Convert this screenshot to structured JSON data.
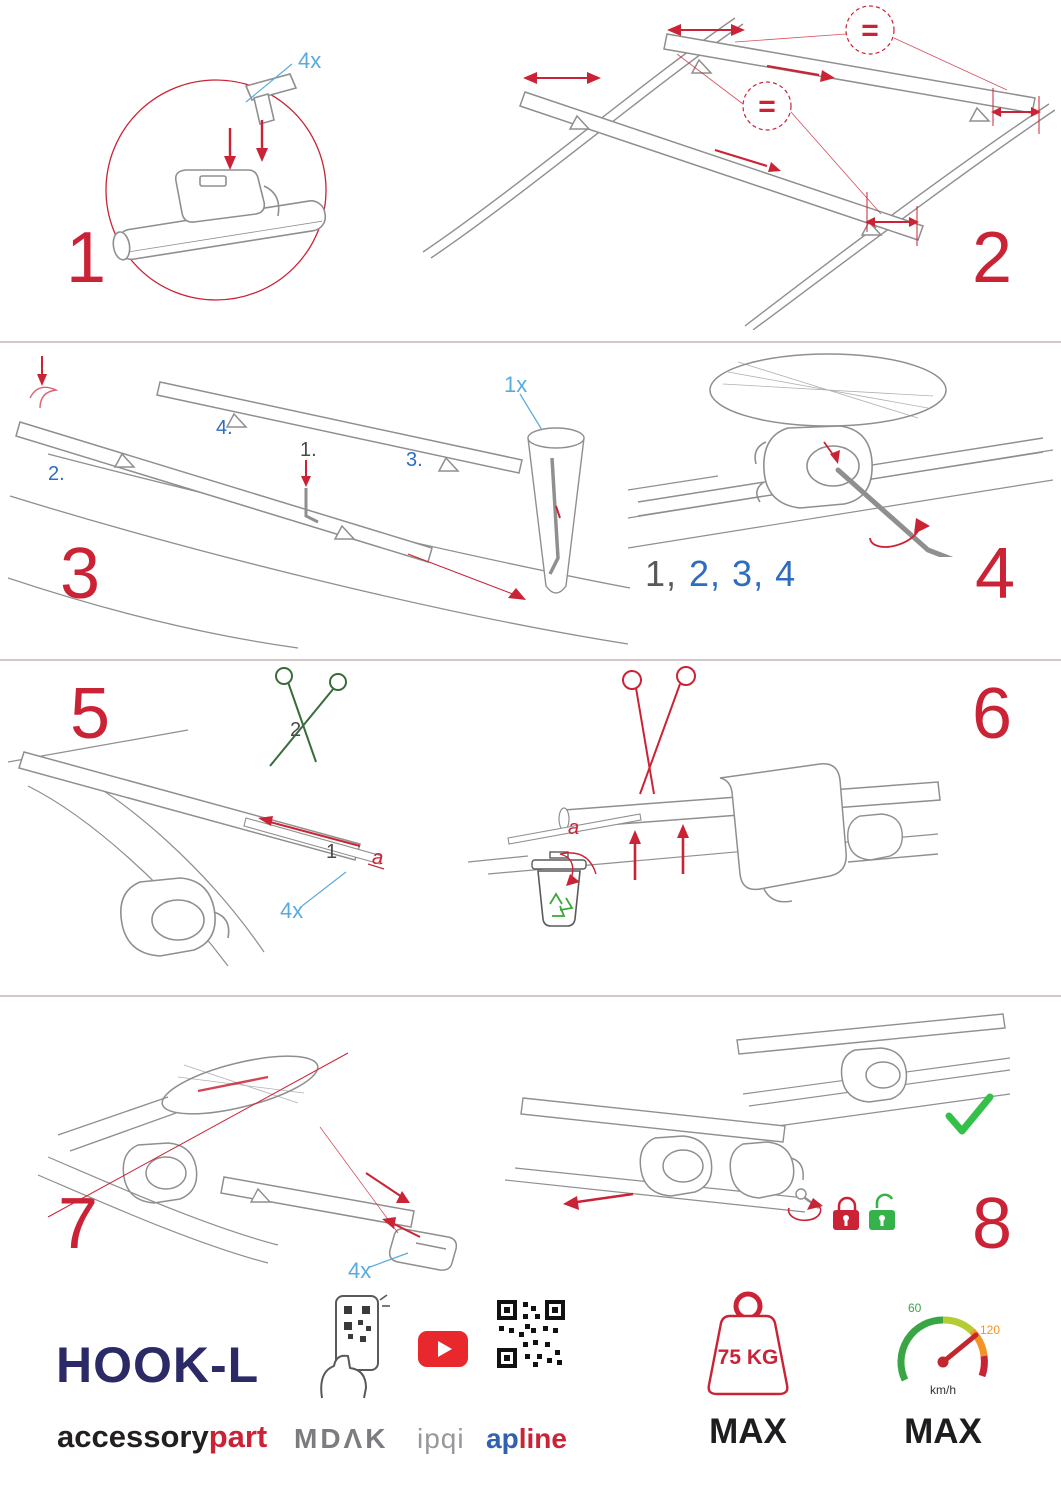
{
  "colors": {
    "step_number_red": "#cb2336",
    "annotation_light_blue": "#5aabdc",
    "annotation_blue": "#2d6cbe",
    "drawing_gray": "#8f8f8f",
    "scissors_green": "#3a6b3a",
    "scissors_red": "#cb2336",
    "check_green": "#35c04a",
    "lock_red": "#cb2336",
    "lock_green": "#35b24a",
    "youtube_red": "#e8282d",
    "brand_navy": "#2c2a66",
    "brand_red": "#cb2336",
    "logo_gray": "#7b7c7f"
  },
  "steps": {
    "one": {
      "number": "1",
      "qty": "4x"
    },
    "two": {
      "number": "2",
      "equal_top": "=",
      "equal_bottom": "="
    },
    "three": {
      "number": "3",
      "qty": "1x",
      "n1": "1.",
      "n2": "2.",
      "n3": "3.",
      "n4": "4."
    },
    "four": {
      "number": "4",
      "caption_first": "1,",
      "caption_rest": "2, 3, 4"
    },
    "five": {
      "number": "5",
      "order_cut": "2",
      "order_insert": "1",
      "dim": "a",
      "qty": "4x"
    },
    "six": {
      "number": "6",
      "dim": "a"
    },
    "seven": {
      "number": "7",
      "qty": "4x"
    },
    "eight": {
      "number": "8"
    }
  },
  "footer": {
    "product": "HOOK-L",
    "brand": {
      "black": "accessory",
      "red": "part"
    },
    "logos": {
      "mdak": "MDΛK",
      "ipqi": "ipqi",
      "apline_blue": "ap",
      "apline_red": "line"
    },
    "weight": {
      "value": "75 KG",
      "max": "MAX"
    },
    "speed": {
      "low": "60",
      "high": "120",
      "unit": "km/h",
      "max": "MAX"
    }
  }
}
